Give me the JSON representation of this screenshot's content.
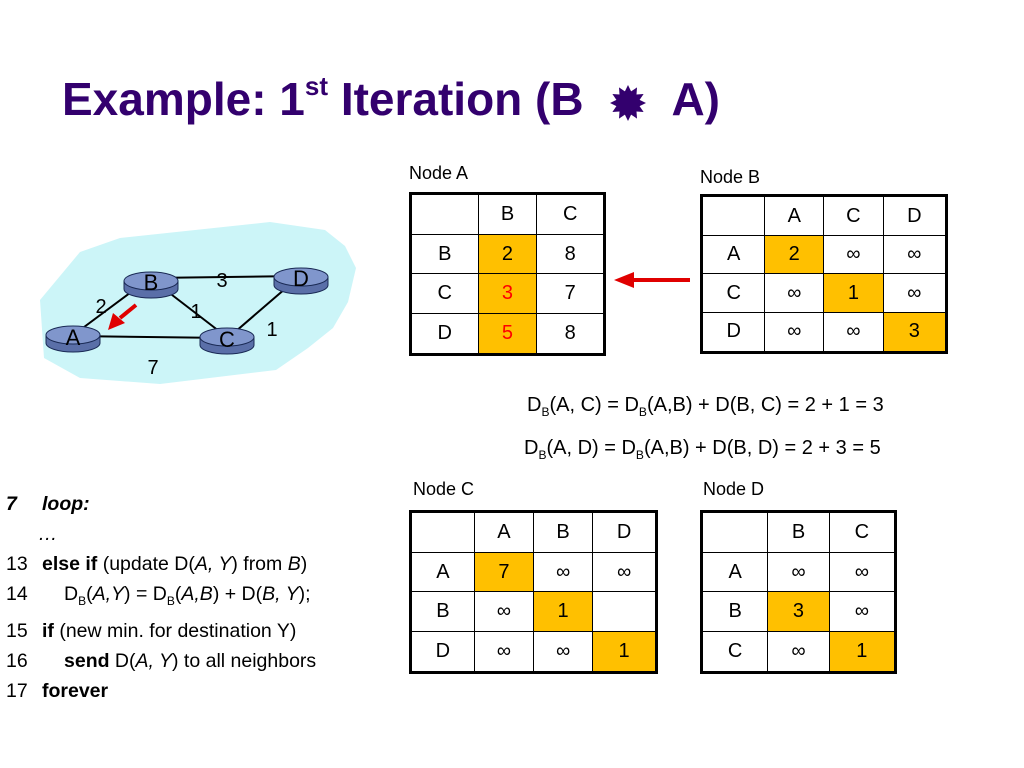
{
  "title": {
    "prefix": "Example: 1",
    "sup": "st",
    "rest": "Iteration (B",
    "end": "A)"
  },
  "colors": {
    "title": "#33006e",
    "highlight": "#ffc000",
    "updated": "#ff0000",
    "arrow": "#e00000",
    "network_bg": "#ccf5f8",
    "router": "#8096cc"
  },
  "network": {
    "nodes": [
      "A",
      "B",
      "C",
      "D"
    ],
    "edge_labels": {
      "AB": "2",
      "BC": "1",
      "BD": "3",
      "CD": "1",
      "AC": "7"
    }
  },
  "tables": {
    "node_a": {
      "caption": "Node A",
      "header": [
        "",
        "B",
        "C"
      ],
      "rows": [
        {
          "cells": [
            "B",
            "2",
            "8"
          ],
          "hl": [
            1
          ],
          "red": []
        },
        {
          "cells": [
            "C",
            "3",
            "7"
          ],
          "hl": [
            1
          ],
          "red": [
            1
          ]
        },
        {
          "cells": [
            "D",
            "5",
            "8"
          ],
          "hl": [
            1
          ],
          "red": [
            1
          ]
        }
      ]
    },
    "node_b": {
      "caption": "Node B",
      "header": [
        "",
        "A",
        "C",
        "D"
      ],
      "rows": [
        {
          "cells": [
            "A",
            "2",
            "∞",
            "∞"
          ],
          "hl": [
            1
          ],
          "red": []
        },
        {
          "cells": [
            "C",
            "∞",
            "1",
            "∞"
          ],
          "hl": [
            2
          ],
          "red": []
        },
        {
          "cells": [
            "D",
            "∞",
            "∞",
            "3"
          ],
          "hl": [
            3
          ],
          "red": []
        }
      ]
    },
    "node_c": {
      "caption": "Node C",
      "header": [
        "",
        "A",
        "B",
        "D"
      ],
      "rows": [
        {
          "cells": [
            "A",
            "7",
            "∞",
            "∞"
          ],
          "hl": [
            1
          ],
          "red": []
        },
        {
          "cells": [
            "B",
            "∞",
            "1",
            ""
          ],
          "hl": [
            2
          ],
          "red": []
        },
        {
          "cells": [
            "D",
            "∞",
            "∞",
            "1"
          ],
          "hl": [
            3
          ],
          "red": []
        }
      ]
    },
    "node_d": {
      "caption": "Node D",
      "header": [
        "",
        "B",
        "C"
      ],
      "rows": [
        {
          "cells": [
            "A",
            "∞",
            "∞"
          ],
          "hl": [],
          "red": []
        },
        {
          "cells": [
            "B",
            "3",
            "∞"
          ],
          "hl": [
            1
          ],
          "red": []
        },
        {
          "cells": [
            "C",
            "∞",
            "1"
          ],
          "hl": [
            2
          ],
          "red": []
        }
      ]
    }
  },
  "equations": {
    "eq1": {
      "d1": "D",
      "s1": "B",
      "t1": "(A, C) = D",
      "s2": "B",
      "t2": "(A,B) + D(B, C)  = 2 + 1 = 3"
    },
    "eq2": {
      "d1": "D",
      "s1": "B",
      "t1": "(A, D) = D",
      "s2": "B",
      "t2": "(A,B) + D(B, D)  = 2 + 3 = 5"
    }
  },
  "code": {
    "l7": {
      "num": "7",
      "kw": "loop:"
    },
    "ellipsis": "…",
    "l13": {
      "num": "13",
      "kw": "else if",
      "t1": " (update D(",
      "v": "A, Y",
      "t2": ") from ",
      "v2": "B",
      "t3": ")"
    },
    "l14": {
      "num": "14",
      "d": "D",
      "s": "B",
      "t1": "(",
      "v1": "A,Y",
      "t2": ") = D",
      "s2": "B",
      "t3": "(",
      "v2": "A,B",
      "t4": ") + D(",
      "v3": "B, Y",
      "t5": ");"
    },
    "l15": {
      "num": "15",
      "kw": "if",
      "t1": " (new min. for destination Y)"
    },
    "l16": {
      "num": "16",
      "kw": "send",
      "t1": " D(",
      "v": "A, Y",
      "t2": ") to all neighbors"
    },
    "l17": {
      "num": "17",
      "kw": "forever"
    }
  }
}
